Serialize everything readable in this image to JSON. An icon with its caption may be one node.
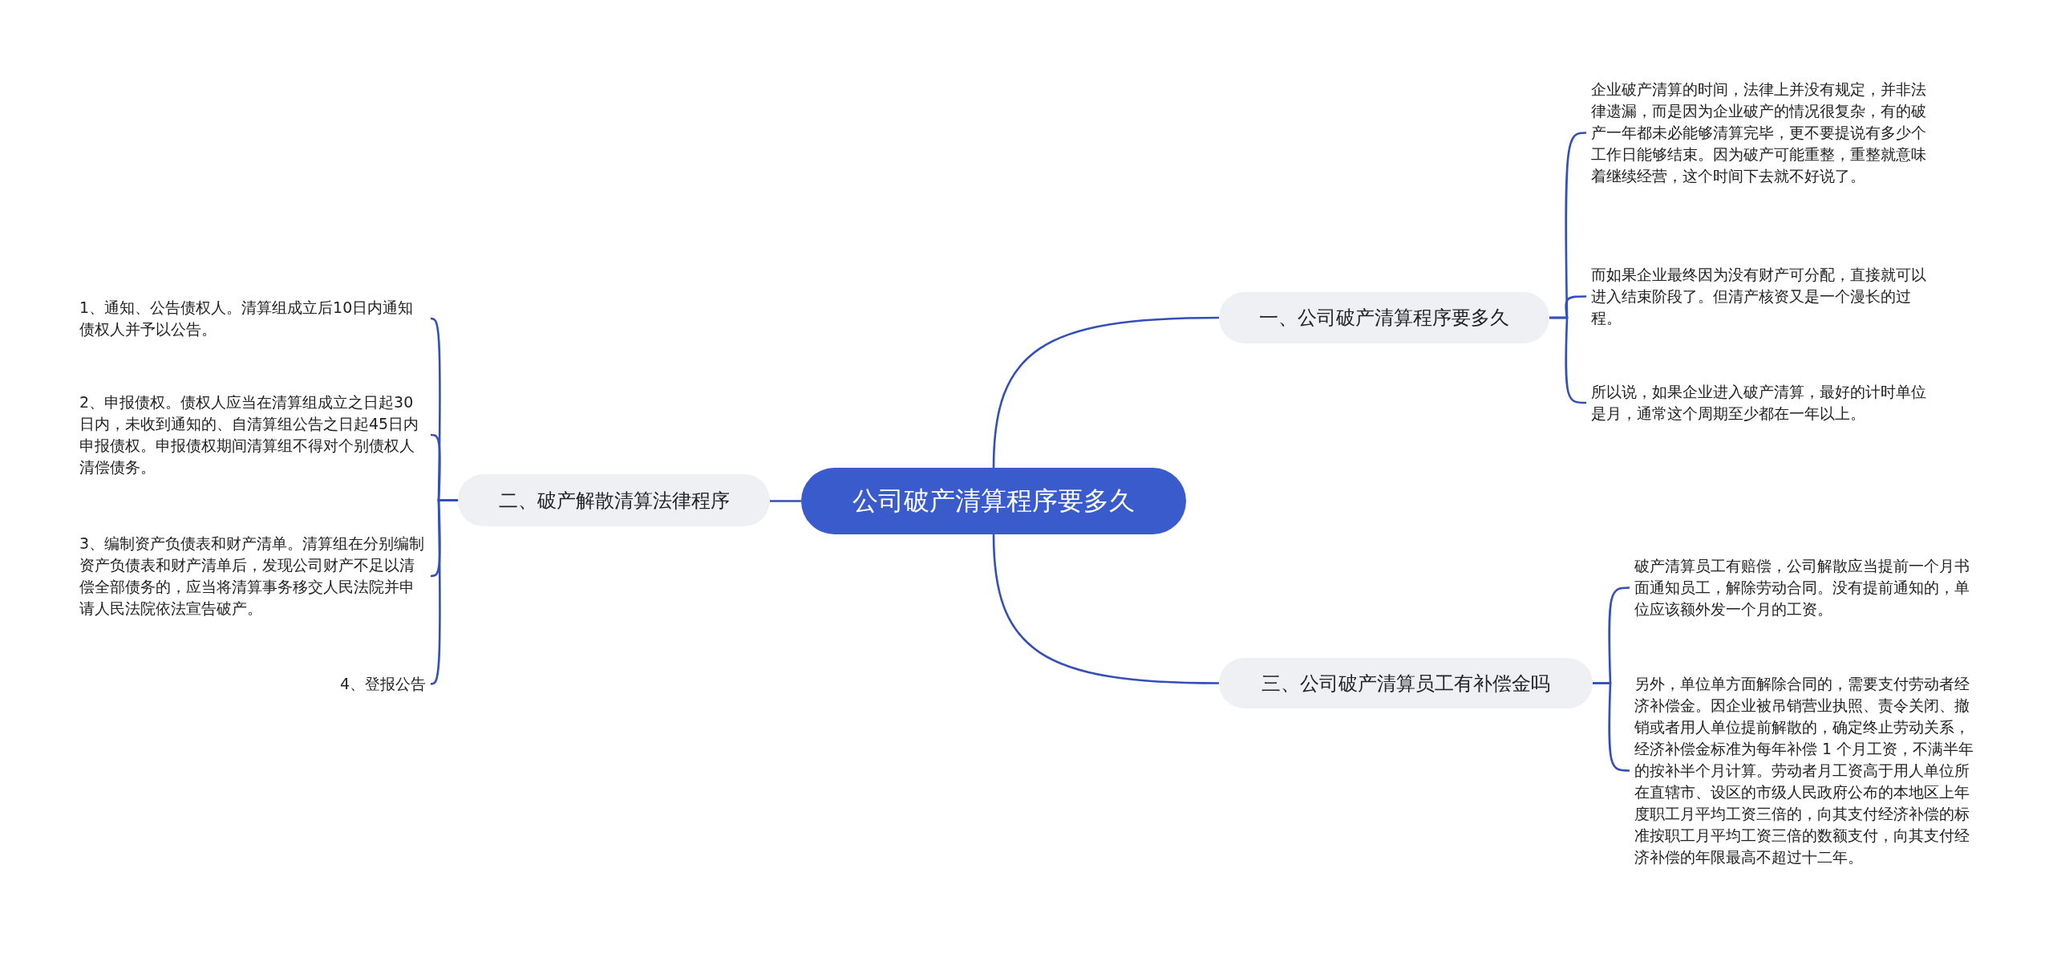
{
  "diagram": {
    "nodes": [
      {
        "text": [
          "公司破产清算程序要多久"
        ]
      },
      {
        "text": [
          "一、公司破产清算程序要多久"
        ]
      },
      {
        "text": [
          "企业破产清算的时间，法律上并没有规定，并非法律遗漏，而是因为企业破产的情况很复杂，有的破产一年都未必能够清算完毕，更不要提说有多少个工作日能够结束。因为破产可能重整，重整就意味着继续经营，这个时间下去就不好说了。"
        ]
      },
      {
        "text": [
          "而如果企业最终因为没有财产可分配，直接就可以进入结束阶段了。但清产核资又是一个漫长的过程。"
        ]
      },
      {
        "text": [
          "所以说，如果企业进入破产清算，最好的计时单位是月，通常这个周期至少都在一年以上。"
        ]
      },
      {
        "text": [
          "二、破产解散清算法律程序"
        ]
      },
      {
        "text": [
          "1、通知、公告债权人。清算组成立后10日内通知债权人并予以公告。"
        ]
      },
      {
        "text": [
          "2、申报债权。债权人应当在清算组成立之日起30日内，未收到通知的、自清算组公告之日起45日内申报债权。申报债权期间清算组不得对个别债权人清偿债务。"
        ]
      },
      {
        "text": [
          "3、编制资产负债表和财产清单。清算组在分别编制资产负债表和财产清单后，发现公司财产不足以清偿全部债务的，应当将清算事务移交人民法院并申请人民法院依法宣告破产。"
        ]
      },
      {
        "text": [
          "4、登报公告"
        ]
      },
      {
        "text": [
          "三、公司破产清算员工有补偿金吗"
        ]
      },
      {
        "text": [
          "破产清算员工有赔偿，公司解散应当提前一个月书面通知员工，解除劳动合同。没有提前通知的，单位应该额外发一个月的工资。"
        ]
      },
      {
        "text": [
          "另外，单位单方面解除合同的，需要支付劳动者经济补偿金。因企业被吊销营业执照、责令关闭、撤销或者用人单位提前解散的，确定终止劳动关系，经济补偿金标准为每年补偿 1 个月工资，不满半年的按补半个月计算。劳动者月工资高于用人单位所在直辖市、设区的市级人民政府公布的本地区上年度职工月平均工资三倍的，向其支付经济补偿的标准按职工月平均工资三倍的数额支付，向其支付经济补偿的年限最高不超过十二年。"
        ]
      }
    ],
    "edges": [
      {
        "from": 0,
        "to": 1,
        "arrow": "none"
      },
      {
        "from": 1,
        "to": 2,
        "arrow": "none"
      },
      {
        "from": 1,
        "to": 3,
        "arrow": "none"
      },
      {
        "from": 1,
        "to": 4,
        "arrow": "none"
      },
      {
        "from": 0,
        "to": 5,
        "arrow": "none"
      },
      {
        "from": 5,
        "to": 6,
        "arrow": "none"
      },
      {
        "from": 5,
        "to": 7,
        "arrow": "none"
      },
      {
        "from": 5,
        "to": 8,
        "arrow": "none"
      },
      {
        "from": 5,
        "to": 9,
        "arrow": "none"
      },
      {
        "from": 0,
        "to": 10,
        "arrow": "none"
      },
      {
        "from": 10,
        "to": 11,
        "arrow": "none"
      },
      {
        "from": 10,
        "to": 12,
        "arrow": "none"
      }
    ]
  }
}
